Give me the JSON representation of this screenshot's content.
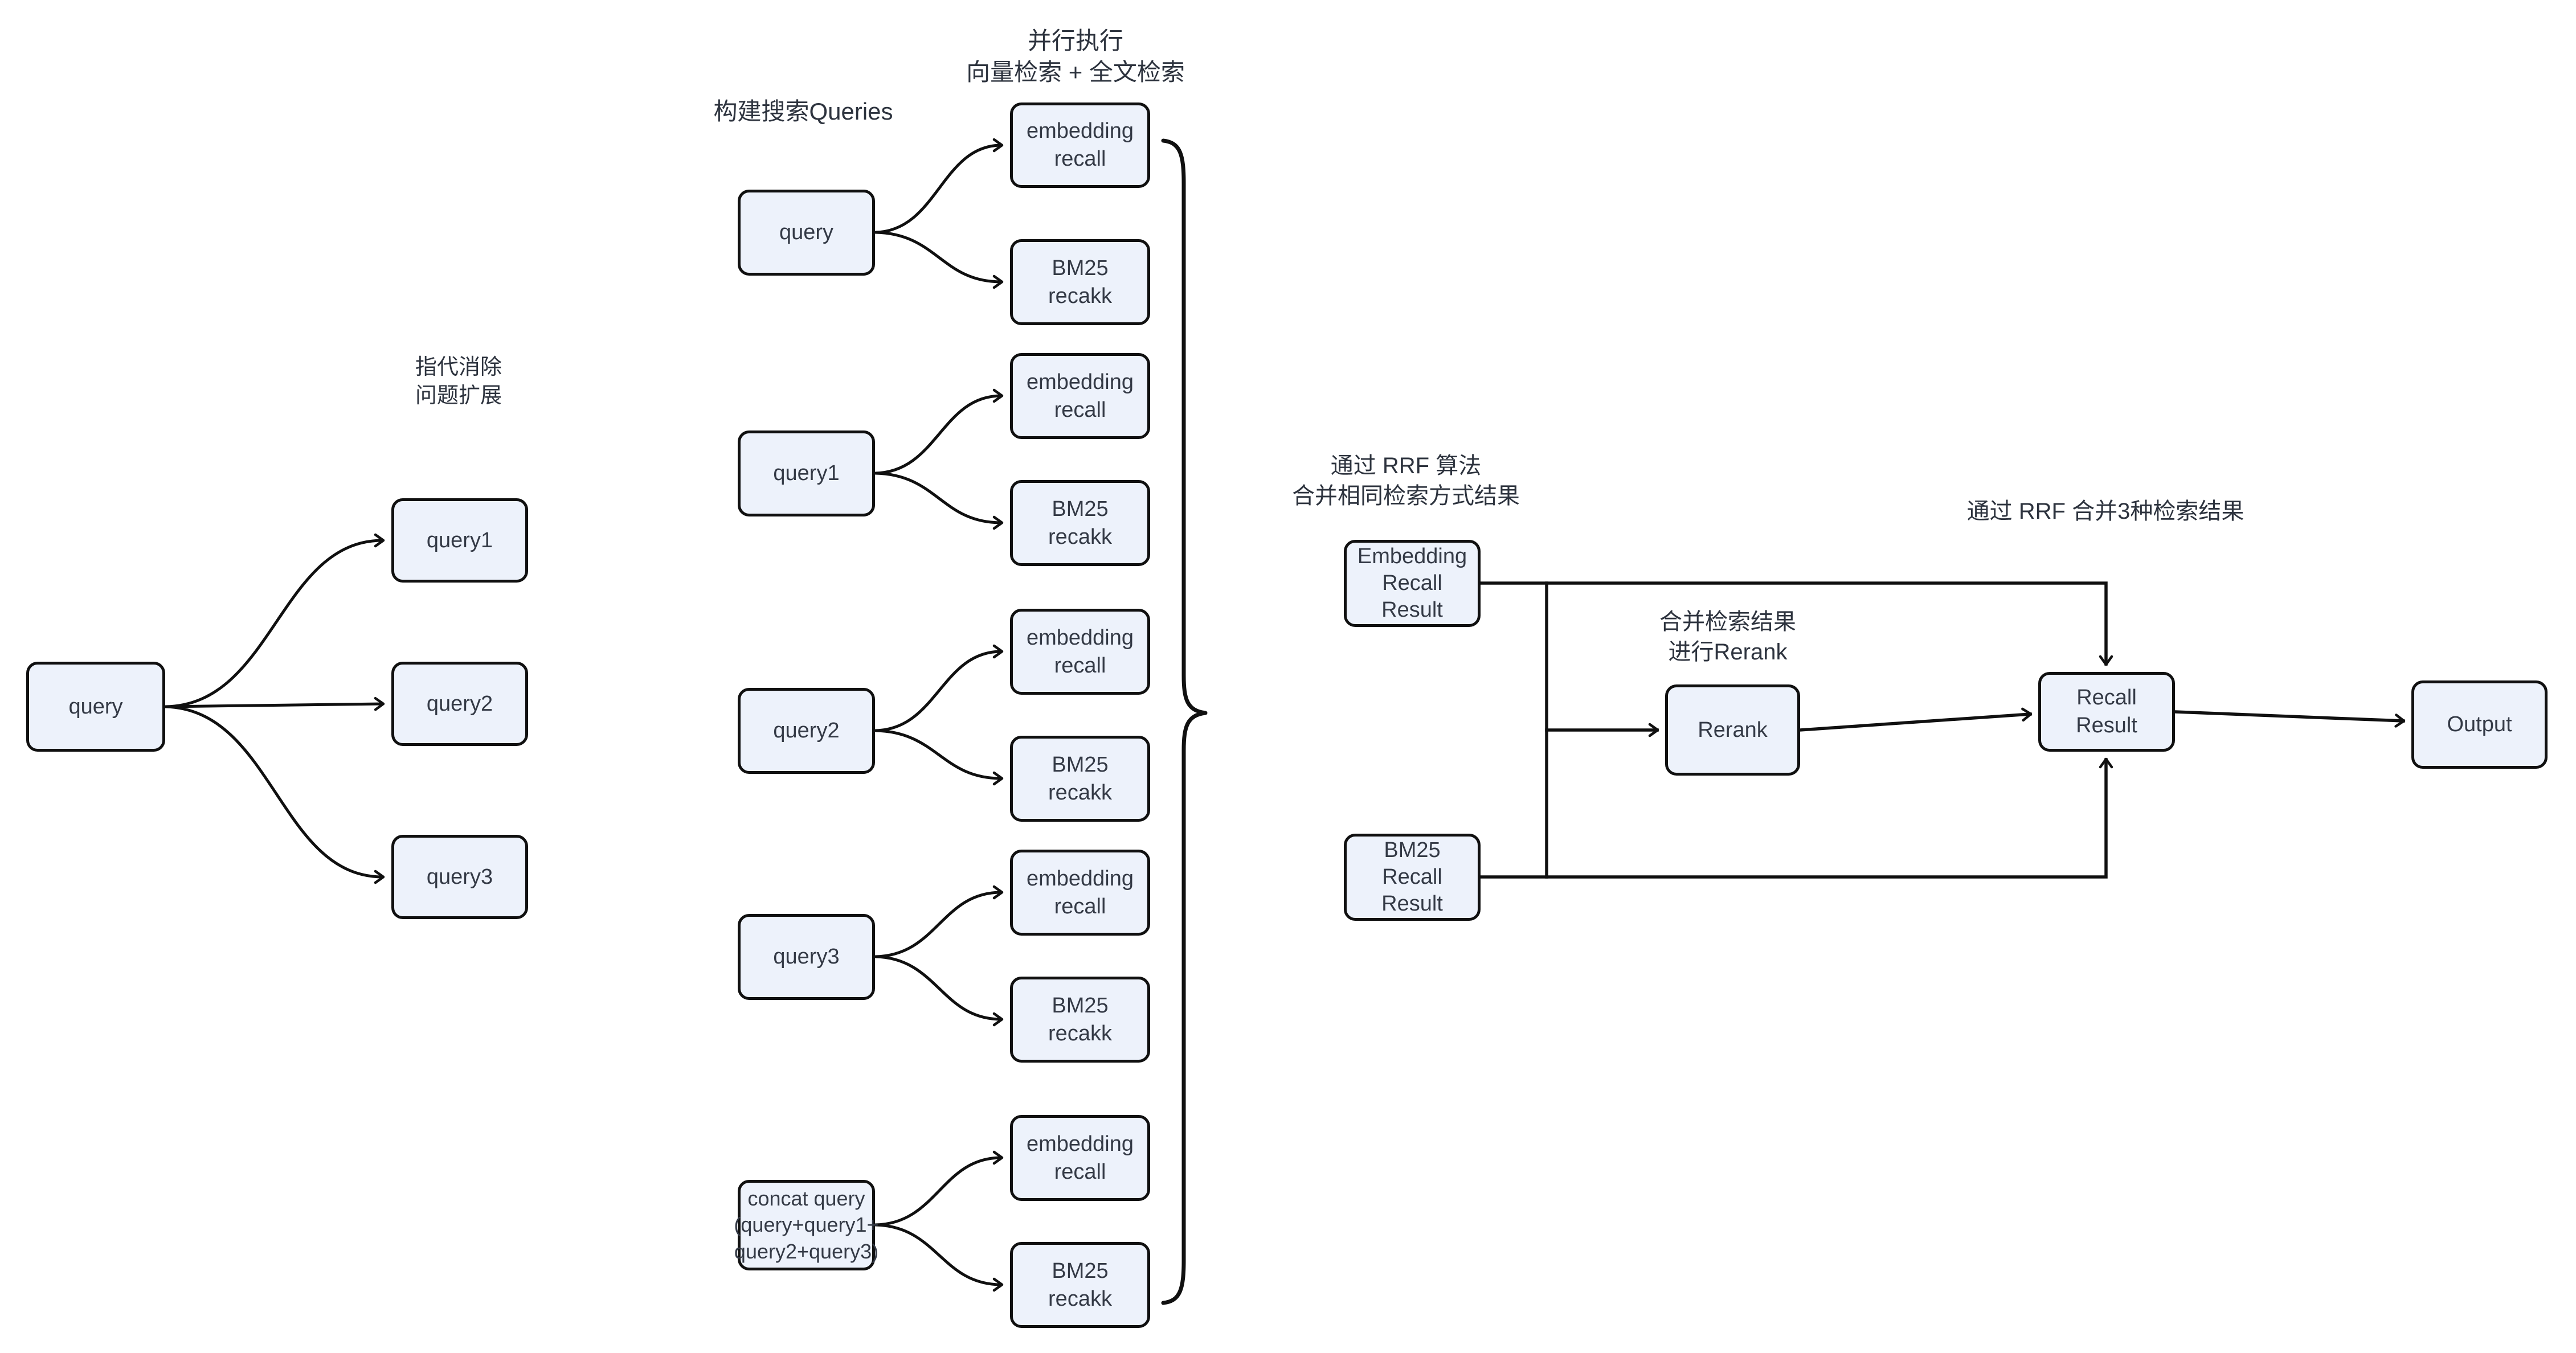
{
  "labels": {
    "left_stage": "指代消除\n问题扩展",
    "build_queries": "构建搜索Queries",
    "parallel_exec": "并行执行\n向量检索 + 全文检索",
    "rrf_merge_same": "通过 RRF 算法\n合并相同检索方式结果",
    "merge_rerank": "合并检索结果\n进行Rerank",
    "rrf_merge_three": "通过 RRF 合并3种检索结果"
  },
  "nodes": {
    "left_query": {
      "label": "query"
    },
    "left_query1": {
      "label": "query1"
    },
    "left_query2": {
      "label": "query2"
    },
    "left_query3": {
      "label": "query3"
    },
    "mid_query": {
      "label": "query"
    },
    "mid_query1": {
      "label": "query1"
    },
    "mid_query2": {
      "label": "query2"
    },
    "mid_query3": {
      "label": "query3"
    },
    "mid_concat": {
      "label": "concat query\n(query+query1+\nquery2+query3)"
    },
    "embedding_recall": {
      "label": "embedding\nrecall"
    },
    "bm25_recall": {
      "label": "BM25\nrecakk"
    },
    "embedding_recall_result": {
      "label": "Embedding\nRecall\nResult"
    },
    "bm25_recall_result": {
      "label": "BM25\nRecall\nResult"
    },
    "rerank": {
      "label": "Rerank"
    },
    "recall_result": {
      "label": "Recall\nResult"
    },
    "output": {
      "label": "Output"
    }
  },
  "colors": {
    "background": "#ffffff",
    "node_fill": "#edf2fb",
    "stroke": "#101010",
    "text": "#343a46"
  }
}
